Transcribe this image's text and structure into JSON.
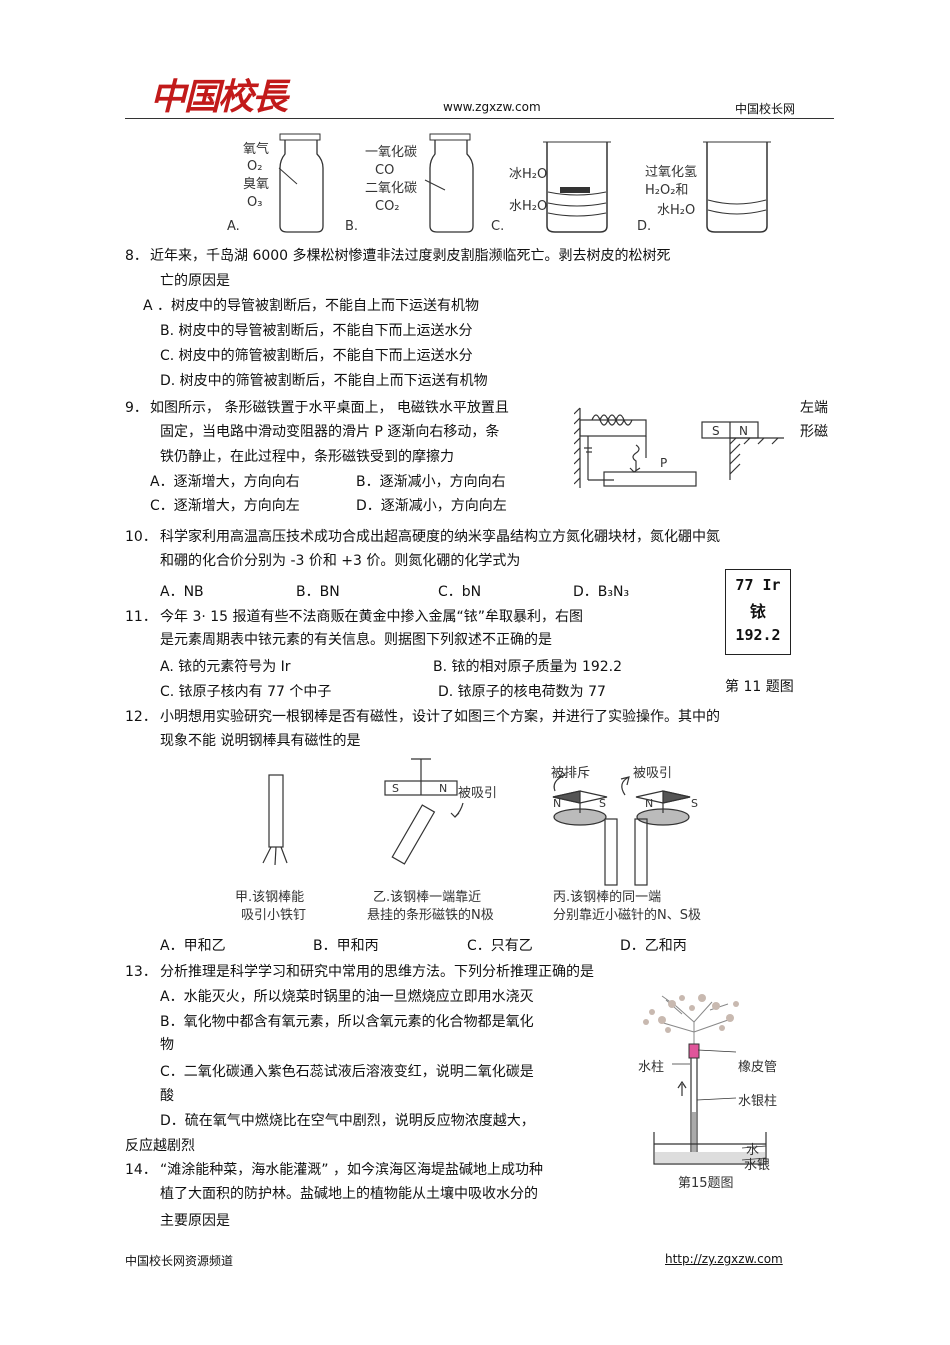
{
  "header": {
    "logo": "中国校長",
    "site_url": "www.zgxzw.com",
    "site_name": "中国校长网"
  },
  "fig_q7": {
    "a": {
      "lines": [
        "氧气",
        "O₂",
        "臭氧",
        "O₃"
      ],
      "letter": "A."
    },
    "b": {
      "lines": [
        "一氧化碳",
        "CO",
        "二氧化碳",
        "CO₂"
      ],
      "letter": "B."
    },
    "c": {
      "lines": [
        "冰H₂O",
        "水H₂O"
      ],
      "letter": "C."
    },
    "d": {
      "lines": [
        "过氧化氢",
        "H₂O₂和",
        "水H₂O"
      ],
      "letter": "D."
    }
  },
  "q8": {
    "num": "8．",
    "stem1": "近年来，千岛湖    6000 多棵松树惨遭非法过度剥皮割脂濒临死亡。剥去树皮的松树死",
    "stem2": "亡的原因是",
    "a": "A    ．树皮中的导管被割断后，不能自上而下运送有机物",
    "b": "B.  树皮中的导管被割断后，不能自下而上运送水分",
    "c": "C.  树皮中的筛管被割断后，不能自下而上运送水分",
    "d": "D.  树皮中的筛管被割断后，不能自上而下运送有机物"
  },
  "q9": {
    "num": "9．",
    "stem1": "如图所示，   条形磁铁置于水平桌面上，        电磁铁水平放置且",
    "stem1_end": "左端",
    "stem2": "固定，当电路中滑动变阻器的滑片          P 逐渐向右移动，条",
    "stem2_end": "形磁",
    "stem3": "铁仍静止，在此过程中，条形磁铁受到的摩擦力",
    "a": "A．逐渐增大，方向向右",
    "b": "B．逐渐减小，方向向右",
    "c": "C．逐渐增大，方向向左",
    "d": "D．逐渐减小，方向向左",
    "fig_s": "S",
    "fig_n": "N",
    "fig_p": "P"
  },
  "q10": {
    "num": "10．",
    "stem1": "科学家利用高温高压技术成功合成出超高硬度的纳米孪晶结构立方氮化硼块材，氮化硼中氮",
    "stem2": "和硼的化合价分别为    -3 价和 +3 价。则氮化硼的化学式为",
    "a": "A．NB",
    "b": "B．BN",
    "c": "C．bN",
    "d": "D．B₃N₃"
  },
  "element_box": {
    "line1": "77  Ir",
    "line2": "铱",
    "line3": "192.2",
    "caption": "第 11 题图"
  },
  "q11": {
    "num": "11．",
    "stem1": "今年  3· 15 报道有些不法商贩在黄金中掺入金属“铱”牟取暴利，右图",
    "stem2": "是元素周期表中铱元素的有关信息。则据图下列叙述不正确的是",
    "a": "A.  铱的元素符号为      Ir",
    "b": "B.  铱的相对原子质量为       192.2",
    "c": "C.  铱原子核内有     77 个中子",
    "d": "D.  铱原子的核电荷数为       77"
  },
  "q12": {
    "num": "12．",
    "stem1": "小明想用实验研究一根钢棒是否有磁性，设计了如图三个方案，并进行了实验操作。其中的",
    "stem2": "现象不能  说明钢棒具有磁性的是",
    "fig_jia": [
      "甲.该钢棒能",
      "吸引小铁钉"
    ],
    "fig_yi": [
      "乙.该钢棒一端靠近",
      "悬挂的条形磁铁的N极"
    ],
    "fig_bing": [
      "丙.该钢棒的同一端",
      "分别靠近小磁针的N、S极"
    ],
    "fig_attract": "被吸引",
    "fig_repel": "被排斥",
    "fig_attract2": "被吸引",
    "a": "A．甲和乙",
    "b": "B．甲和丙",
    "c": "C．只有乙",
    "d": "D．乙和丙"
  },
  "q13": {
    "num": "13．",
    "stem": "分析推理是科学学习和研究中常用的思维方法。下列分析推理正确的是",
    "a": "A．水能灭火，所以烧菜时锅里的油一旦燃烧应立即用水浇灭",
    "b1": "B．氧化物中都含有氧元素，所以含氧元素的化合物都是氧化",
    "b2": "物",
    "c1": "C．二氧化碳通入紫色石蕊试液后溶液变红，说明二氧化碳是",
    "c2": "酸",
    "d1": "D．硫在氧气中燃烧比在空气中剧烈，说明反应物浓度越大，",
    "d2": "反应越剧烈"
  },
  "fig15": {
    "water_col": "水柱",
    "rubber_tube": "橡皮管",
    "mercury_col": "水银柱",
    "water": "水",
    "mercury": "水银",
    "caption": "第15题图"
  },
  "q14": {
    "num": "14．",
    "stem1": "“滩涂能种菜，海水能灌溉”    ，如今滨海区海堤盐碱地上成功种",
    "stem2": "植了大面积的防护林。盐碱地上的植物能从土壤中吸收水分的",
    "stem3": "主要原因是"
  },
  "footer": {
    "left": "中国校长网资源频道",
    "right": "http://zy.zgxzw.com"
  }
}
